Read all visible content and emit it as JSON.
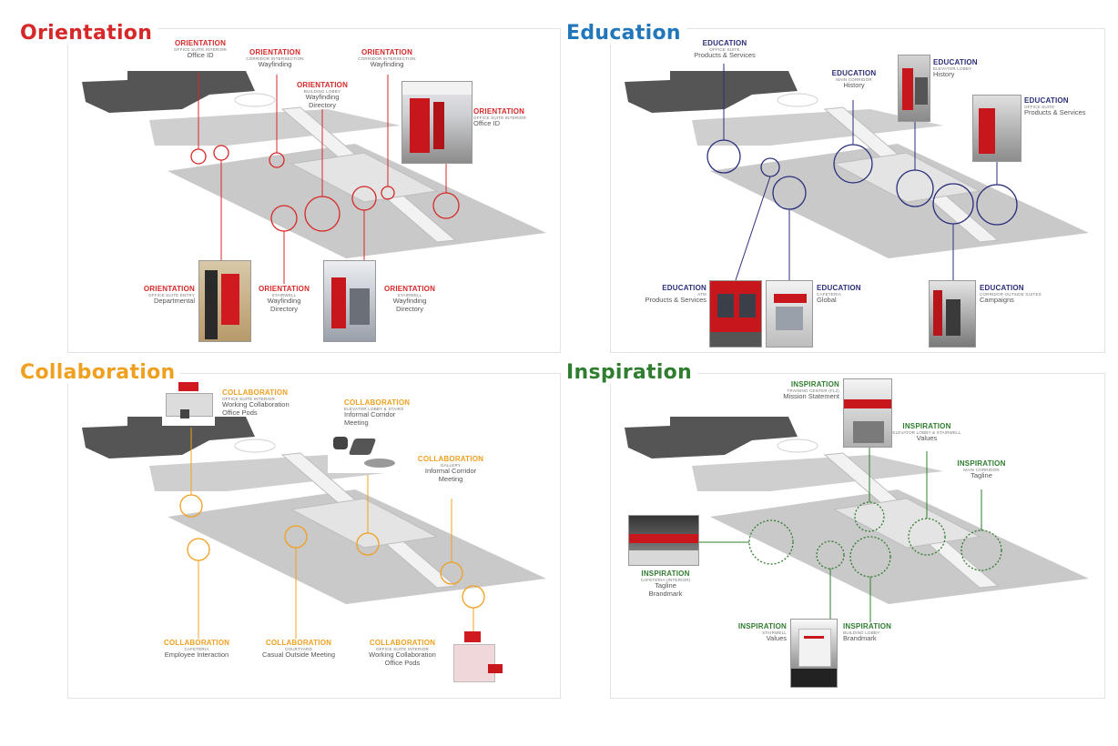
{
  "colors": {
    "orientation": "#d62828",
    "education": "#2277bb",
    "education_label": "#2a2f7a",
    "collaboration": "#f0a020",
    "inspiration": "#2f7d2f"
  },
  "sections": {
    "orientation": {
      "title": "Orientation",
      "labels": [
        {
          "h": "ORIENTATION",
          "s": "OFFICE SUITE INTERIOR",
          "n": "Office ID"
        },
        {
          "h": "ORIENTATION",
          "s": "CORRIDOR INTERSECTION",
          "n": "Wayfinding"
        },
        {
          "h": "ORIENTATION",
          "s": "CORRIDOR INTERSECTION",
          "n": "Wayfinding"
        },
        {
          "h": "ORIENTATION",
          "s": "BUILDING LOBBY",
          "n": "Wayfinding",
          "n2": "Directory"
        },
        {
          "h": "ORIENTATION",
          "s": "OFFICE SUITE INTERIOR",
          "n": "Office ID"
        },
        {
          "h": "ORIENTATION",
          "s": "OFFICE SUITE ENTRY",
          "n": "Departmental"
        },
        {
          "h": "ORIENTATION",
          "s": "STAIRWELL",
          "n": "Wayfinding",
          "n2": "Directory"
        },
        {
          "h": "ORIENTATION",
          "s": "STAIRWELL",
          "n": "Wayfinding",
          "n2": "Directory"
        }
      ]
    },
    "education": {
      "title": "Education",
      "labels": [
        {
          "h": "EDUCATION",
          "s": "OFFICE SUITE",
          "n": "Products & Services"
        },
        {
          "h": "EDUCATION",
          "s": "MAIN CORRIDOR",
          "n": "History"
        },
        {
          "h": "EDUCATION",
          "s": "ELEVATOR LOBBY",
          "n": "History"
        },
        {
          "h": "EDUCATION",
          "s": "OFFICE SUITE",
          "n": "Products & Services"
        },
        {
          "h": "EDUCATION",
          "s": "ATM",
          "n": "Products & Services"
        },
        {
          "h": "EDUCATION",
          "s": "CAFETERIA",
          "n": "Global"
        },
        {
          "h": "EDUCATION",
          "s": "CORRIDOR OUTSIDE SUITES",
          "n": "Campaigns"
        }
      ]
    },
    "collaboration": {
      "title": "Collaboration",
      "labels": [
        {
          "h": "COLLABORATION",
          "s": "OFFICE SUITE INTERIOR",
          "n": "Working Collaboration",
          "n2": "Office Pods"
        },
        {
          "h": "COLLABORATION",
          "s": "ELEVATOR LOBBY & STAIRS",
          "n": "Informal Corridor",
          "n2": "Meeting"
        },
        {
          "h": "COLLABORATION",
          "s": "GALLERY",
          "n": "Informal Corridor",
          "n2": "Meeting"
        },
        {
          "h": "COLLABORATION",
          "s": "CAFETERIA",
          "n": "Employee Interaction"
        },
        {
          "h": "COLLABORATION",
          "s": "COURTYARD",
          "n": "Casual Outside Meeting"
        },
        {
          "h": "COLLABORATION",
          "s": "OFFICE SUITE INTERIOR",
          "n": "Working Collaboration",
          "n2": "Office Pods"
        }
      ]
    },
    "inspiration": {
      "title": "Inspiration",
      "labels": [
        {
          "h": "INSPIRATION",
          "s": "TRAINING CENTER (FL2)",
          "n": "Mission Statement"
        },
        {
          "h": "INSPIRATION",
          "s": "ELEVATOR LOBBY & STAIRWELL",
          "n": "Values"
        },
        {
          "h": "INSPIRATION",
          "s": "MAIN CORRIDOR",
          "n": "Tagline"
        },
        {
          "h": "INSPIRATION",
          "s": "CAFETERIA (INTERIOR)",
          "n": "Tagline",
          "n2": "Brandmark"
        },
        {
          "h": "INSPIRATION",
          "s": "STAIRWELL",
          "n": "Values"
        },
        {
          "h": "INSPIRATION",
          "s": "BUILDING LOBBY",
          "n": "Brandmark"
        }
      ]
    }
  }
}
